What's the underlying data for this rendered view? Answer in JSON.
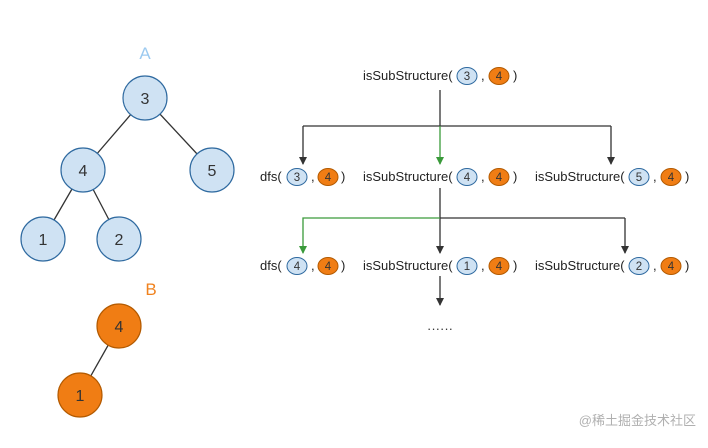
{
  "colors": {
    "blue_fill": "#cfe2f3",
    "blue_stroke": "#2f6aa0",
    "orange_fill": "#f07d14",
    "orange_stroke": "#b35a00",
    "line": "#333333",
    "green": "#3a9a3a",
    "watermark": "#b0b0b0",
    "tree_a_label": "#9ccaf0",
    "tree_b_label": "#f0821e"
  },
  "tree_a": {
    "label": "A",
    "nodes": [
      "3",
      "4",
      "5",
      "1",
      "2"
    ]
  },
  "tree_b": {
    "label": "B",
    "nodes": [
      "4",
      "1"
    ]
  },
  "calls": {
    "root": {
      "name": "isSubStructure(",
      "a": "3",
      "b": "4",
      "close": ")"
    },
    "r1_dfs": {
      "name": "dfs(",
      "a": "3",
      "b": "4",
      "close": ")"
    },
    "r1_mid": {
      "name": "isSubStructure(",
      "a": "4",
      "b": "4",
      "close": ")"
    },
    "r1_right": {
      "name": "isSubStructure(",
      "a": "5",
      "b": "4",
      "close": ")"
    },
    "r2_dfs": {
      "name": "dfs(",
      "a": "4",
      "b": "4",
      "close": ")"
    },
    "r2_mid": {
      "name": "isSubStructure(",
      "a": "1",
      "b": "4",
      "close": ")"
    },
    "r2_right": {
      "name": "isSubStructure(",
      "a": "2",
      "b": "4",
      "close": ")"
    },
    "sep": ","
  },
  "ellipsis": "······",
  "watermark": "@稀土掘金技术社区"
}
